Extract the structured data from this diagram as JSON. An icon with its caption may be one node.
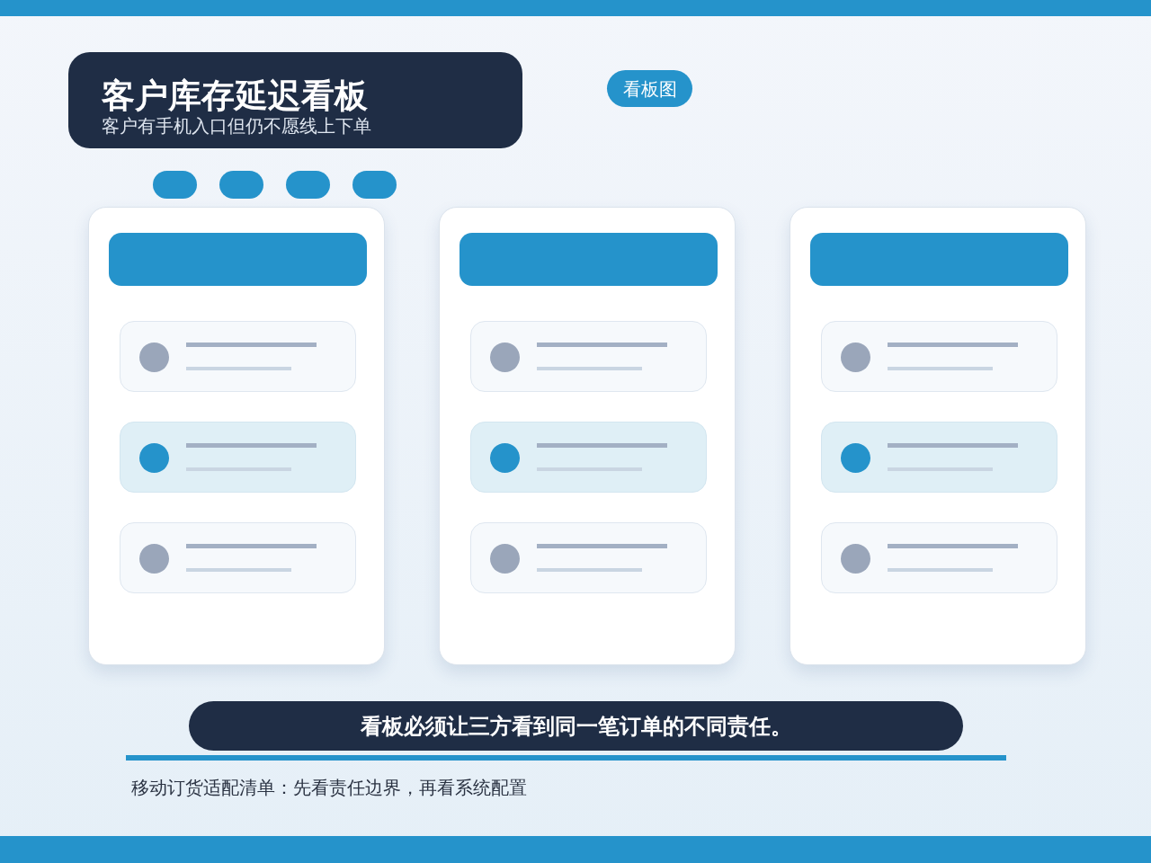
{
  "diagram": {
    "nodes": [
      {
        "text": [],
        "shape": "bar"
      },
      {
        "text": [
          "客户库存延迟看板",
          "客户有手机入口但仍不愿线上下单"
        ]
      },
      {
        "text": [
          "看板图"
        ]
      },
      {
        "text": [],
        "shape": "pill"
      },
      {
        "text": [],
        "shape": "pill"
      },
      {
        "text": [],
        "shape": "pill"
      },
      {
        "text": [],
        "shape": "pill"
      },
      {
        "text": [],
        "shape": "box"
      },
      {
        "text": [],
        "shape": "bar",
        "in": 7
      },
      {
        "text": [],
        "shape": "box",
        "in": 7
      },
      {
        "text": [],
        "shape": "box",
        "in": 7
      },
      {
        "text": [],
        "shape": "box",
        "in": 7
      },
      {
        "text": [],
        "shape": "box"
      },
      {
        "text": [],
        "shape": "bar",
        "in": 12
      },
      {
        "text": [],
        "shape": "box",
        "in": 12
      },
      {
        "text": [],
        "shape": "box",
        "in": 12
      },
      {
        "text": [],
        "shape": "box",
        "in": 12
      },
      {
        "text": [],
        "shape": "box"
      },
      {
        "text": [],
        "shape": "bar",
        "in": 17
      },
      {
        "text": [],
        "shape": "box",
        "in": 17
      },
      {
        "text": [],
        "shape": "box",
        "in": 17
      },
      {
        "text": [],
        "shape": "box",
        "in": 17
      },
      {
        "text": [
          "看板必须让三方看到同一笔订单的不同责任。"
        ]
      },
      {
        "text": [],
        "shape": "bar"
      }
    ],
    "labels": [
      "移动订货适配清单：先看责任边界，再看系统配置"
    ]
  }
}
